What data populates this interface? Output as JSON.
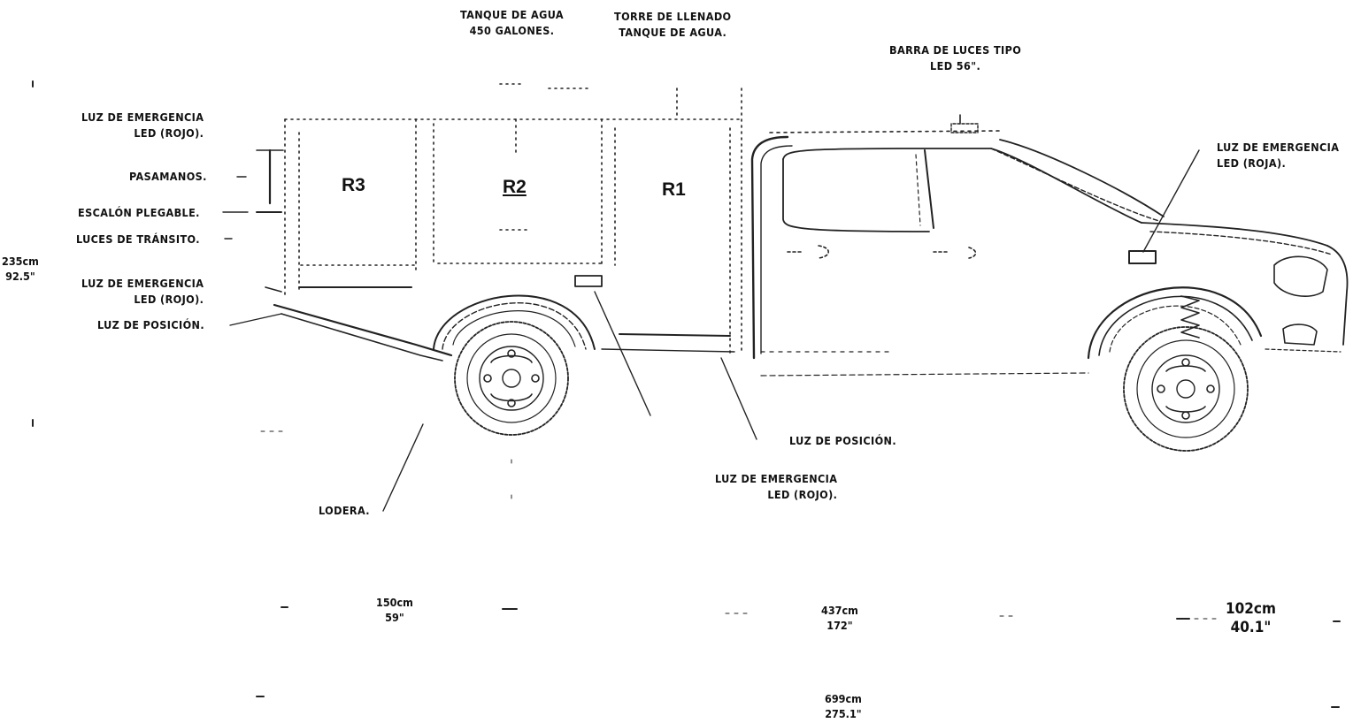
{
  "labels": {
    "tanque_agua": "TANQUE DE AGUA\n450 GALONES.",
    "torre_llenado": "TORRE DE LLENADO\nTANQUE DE AGUA.",
    "barra_luces": "BARRA DE LUCES TIPO\nLED 56\".",
    "luz_emergencia_rojo_top": "LUZ DE EMERGENCIA\nLED (ROJO).",
    "pasamanos": "PASAMANOS.",
    "escalon": "ESCALÓN PLEGABLE.",
    "luces_transito": "LUCES DE TRÁNSITO.",
    "luz_emergencia_rojo_rear": "LUZ DE EMERGENCIA\nLED (ROJO).",
    "luz_posicion_rear": "LUZ DE POSICIÓN.",
    "luz_emergencia_roja_front": "LUZ DE EMERGENCIA\nLED (ROJA).",
    "luz_posicion_mid": "LUZ DE POSICIÓN.",
    "luz_emergencia_rojo_mid": "LUZ DE EMERGENCIA\nLED (ROJO).",
    "lodera": "LODERA."
  },
  "sections": {
    "r1": "R1",
    "r2": "R2",
    "r3": "R3"
  },
  "dimensions": {
    "height": "235cm\n92.5\"",
    "rear_overhang": "150cm\n59\"",
    "wheelbase": "437cm\n172\"",
    "front_overhang": "102cm\n40.1\"",
    "total_length": "699cm\n275.1\""
  }
}
